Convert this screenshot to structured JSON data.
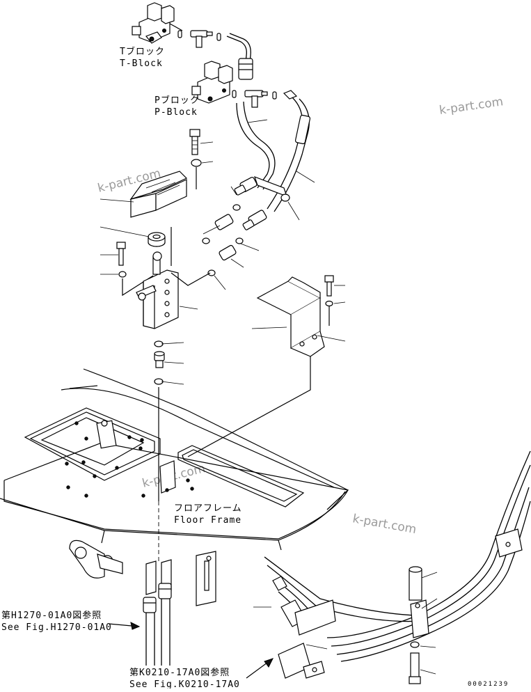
{
  "labels": {
    "t_block_jp": "Tブロック",
    "t_block_en": "T-Block",
    "p_block_jp": "Pブロック",
    "p_block_en": "P-Block",
    "floor_frame_jp": "フロアフレーム",
    "floor_frame_en": "Floor Frame",
    "ref1_jp": "第H1270-01A0図参照",
    "ref1_en": "See Fig.H1270-01A0",
    "ref2_jp": "第K0210-17A0図参照",
    "ref2_en": "See Fig.K0210-17A0",
    "drawing_code": "00021239"
  },
  "watermarks": [
    "k-part.com",
    "k-part.com",
    "k-part.com",
    "k-part.com"
  ]
}
